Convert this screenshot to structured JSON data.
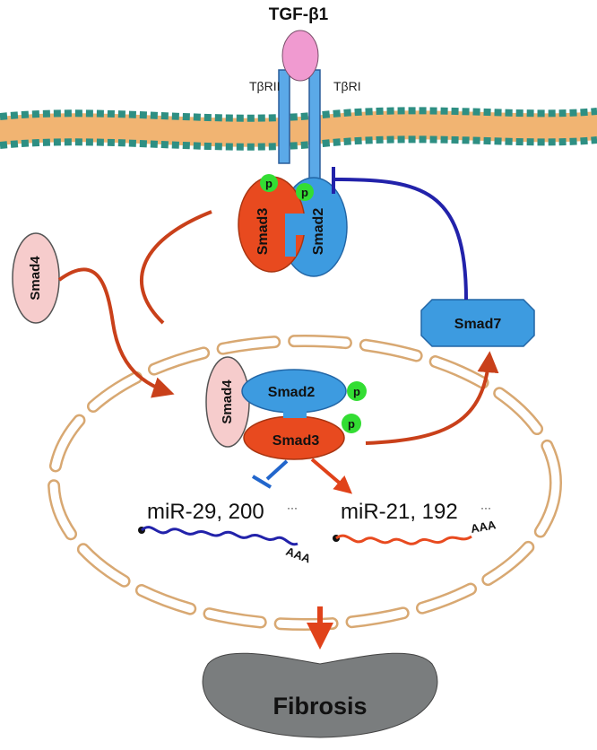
{
  "ligand": {
    "label": "TGF-β1"
  },
  "receptors": {
    "type2": "TβRII",
    "type1": "TβRI"
  },
  "cytoplasm_complex": {
    "smad3": "Smad3",
    "smad2": "Smad2",
    "phospho": "p"
  },
  "smad4_free": "Smad4",
  "smad7": "Smad7",
  "nuclear_complex": {
    "smad4": "Smad4",
    "smad2": "Smad2",
    "smad3": "Smad3",
    "phospho": "p"
  },
  "mirna_down": {
    "label": "miR-29, 200",
    "ellipsis": "···",
    "tail": "AAA"
  },
  "mirna_up": {
    "label": "miR-21, 192",
    "ellipsis": "···",
    "tail": "AAA"
  },
  "outcome": "Fibrosis",
  "colors": {
    "smad_red": "#e84a1f",
    "smad_blue": "#3d9be0",
    "receptor_blue": "#5ba9e8",
    "inhibit_blue": "#2222aa",
    "arrow_red": "#c9401a",
    "phospho_green": "#33dd33",
    "smad4_pink": "#f6cccc",
    "ligand_pink": "#f09ad0",
    "fibrosis_gray": "#7a7d7e"
  }
}
